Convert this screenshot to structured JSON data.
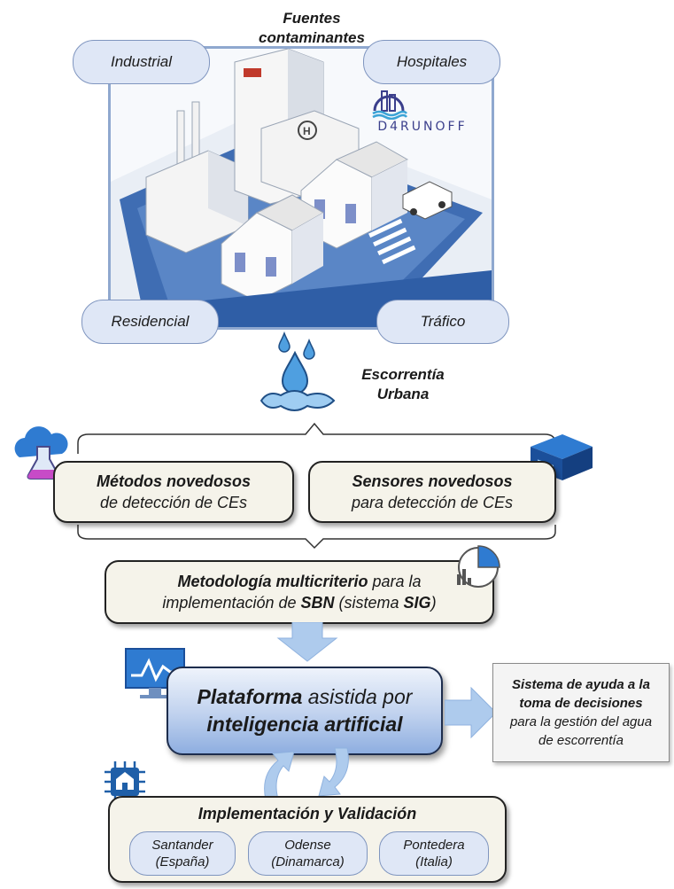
{
  "sources_title_line1": "Fuentes",
  "sources_title_line2": "contaminantes",
  "sources": {
    "industrial": "Industrial",
    "hospitales": "Hospitales",
    "residencial": "Residencial",
    "trafico": "Tráfico"
  },
  "logo_text": "D4RUNOFF",
  "runoff_line1": "Escorrentía",
  "runoff_line2": "Urbana",
  "methods": {
    "bold": "Métodos novedosos",
    "rest": "de detección de CEs"
  },
  "sensors": {
    "bold": "Sensores novedosos",
    "rest": "para detección de CEs"
  },
  "methodology": {
    "bold1": "Metodología multicriterio",
    "text1": " para la",
    "text2": "implementación de ",
    "bold2": "SBN",
    "text3": " (sistema ",
    "bold3": "SIG",
    "text4": ")"
  },
  "platform": {
    "bold1": "Plataforma",
    "text1": " asistida por",
    "bold2": "inteligencia artificial"
  },
  "decision": {
    "bold1": "Sistema de ayuda a la",
    "bold2": "toma de decisiones",
    "text1": "para la gestión del agua",
    "text2": "de escorrentía"
  },
  "implementation": {
    "title": "Implementación y Validación",
    "sites": [
      {
        "line1": "Santander",
        "line2": "(España)"
      },
      {
        "line1": "Odense",
        "line2": "(Dinamarca)"
      },
      {
        "line1": "Pontedera",
        "line2": "(Italia)"
      }
    ]
  },
  "colors": {
    "pill_fill": "#dfe7f6",
    "pill_border": "#7f95bf",
    "box_fill": "#f5f3ea",
    "arrow_fill": "#aecbed",
    "platform_gradient_bottom": "#8eaee0",
    "icon_blue": "#1f5fa8"
  }
}
